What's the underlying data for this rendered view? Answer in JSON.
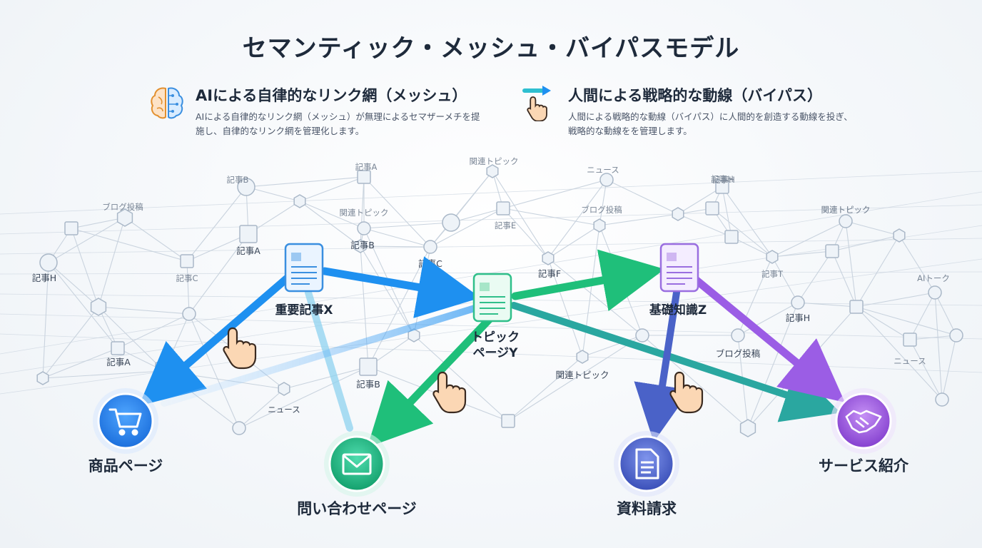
{
  "title": "セマンティック・メッシュ・バイパスモデル",
  "legend": {
    "ai": {
      "icon": "brain-circuit-icon",
      "title": "AIによる自律的なリンク網（メッシュ）",
      "description": "AIによる自律的なリンク網（メッシュ）が無理によるセマザーメチを提施し、自律的なリンク網を管理化します。"
    },
    "human": {
      "icon": "pointing-hand-arrow-icon",
      "title": "人間による戦略的な動線（バイパス）",
      "description": "人間による戦略的な動線（バイパス）に人間的を創造する動線を投ぎ、戦略的な動線をを管理します。"
    }
  },
  "hubs": [
    {
      "id": "x",
      "label": "重要記事X",
      "color": "#3a8fe0"
    },
    {
      "id": "y",
      "label_line1": "トピック",
      "label_line2": "ページY",
      "color": "#2fbf8a"
    },
    {
      "id": "z",
      "label": "基礎知識Z",
      "color": "#9a6ee0"
    }
  ],
  "destinations": [
    {
      "id": "product",
      "label": "商品ページ",
      "icon": "shopping-cart-icon",
      "color": "#2f7de8"
    },
    {
      "id": "contact",
      "label": "問い合わせページ",
      "icon": "envelope-icon",
      "color": "#1fb37f"
    },
    {
      "id": "docs",
      "label": "資料請求",
      "icon": "document-icon",
      "color": "#4a62c8"
    },
    {
      "id": "service",
      "label": "サービス紹介",
      "icon": "handshake-icon",
      "color": "#9a55d8"
    }
  ],
  "mesh_labels": [
    "記事B",
    "記事A",
    "関連トピック",
    "ニュース",
    "記事H",
    "ブログ投稿",
    "関連トピック",
    "記事E",
    "ブログ投稿",
    "関連トピック",
    "記事A",
    "記事B",
    "記事C",
    "記事H",
    "記事F",
    "記事H",
    "記事C",
    "記事T",
    "AIトーク",
    "関連トピック",
    "記事H",
    "記事A",
    "ブログ投稿",
    "ニュース",
    "関連トピック",
    "記事B",
    "ニュース"
  ],
  "colors": {
    "mesh": "#c9d3de",
    "blue": "#1e90f0",
    "green": "#1fbf7a",
    "purple": "#9b5de5",
    "indigo": "#4a62c8",
    "teal": "#2aa7a0"
  }
}
